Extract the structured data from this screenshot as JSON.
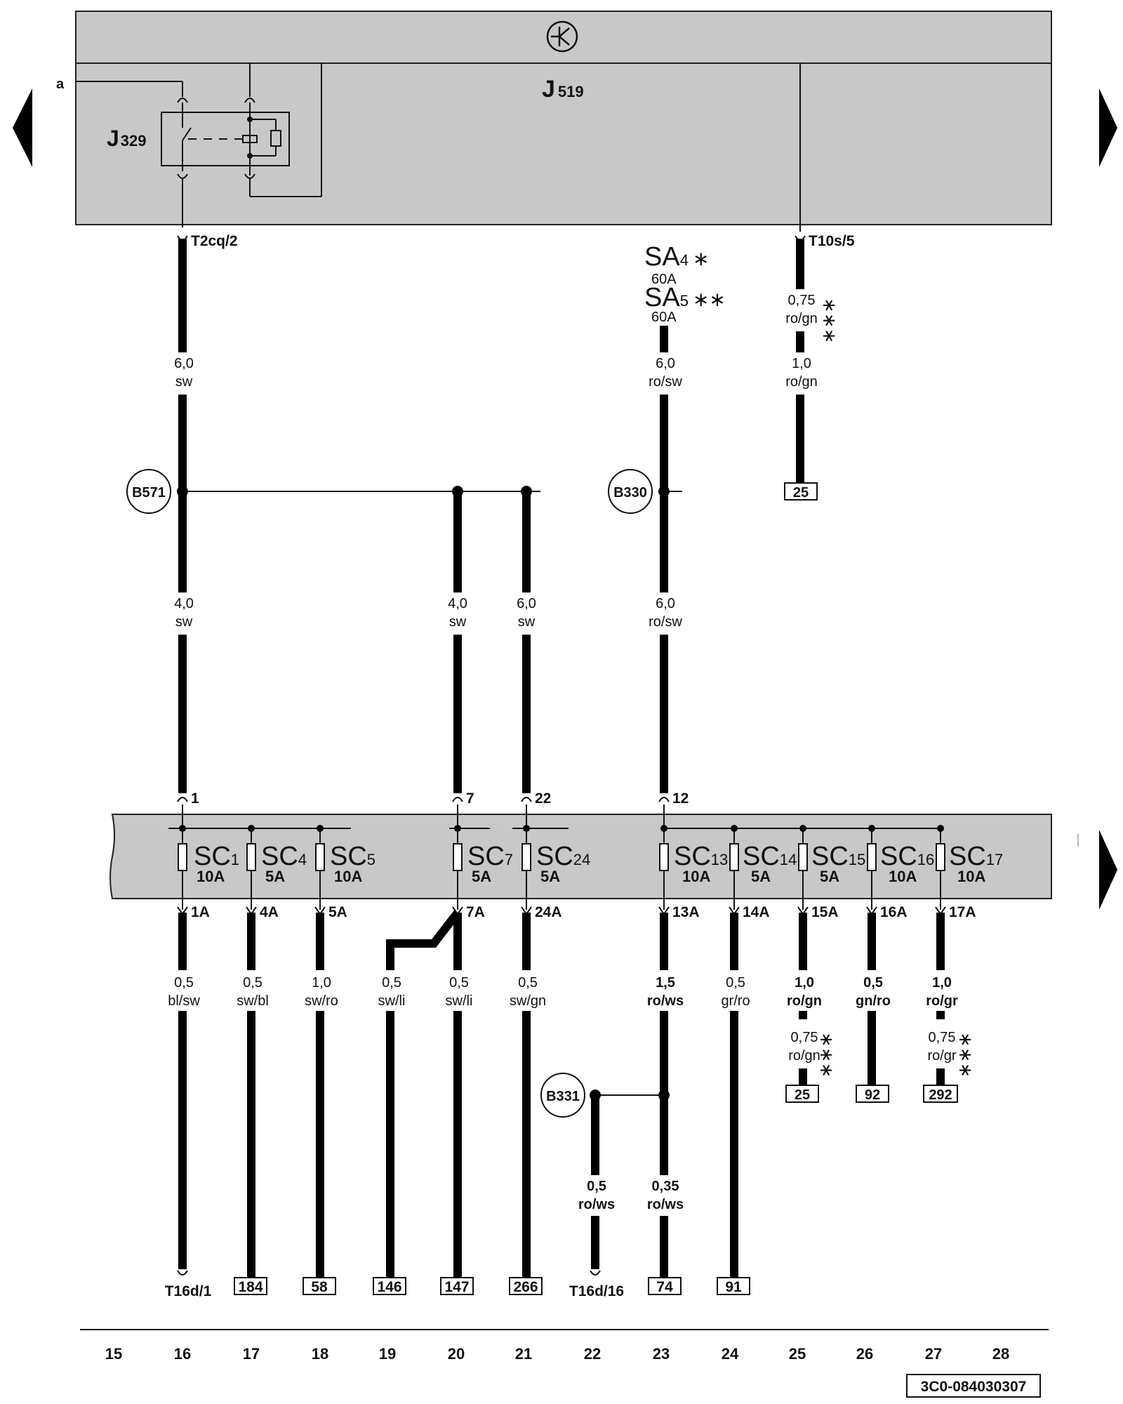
{
  "colors": {
    "panel": "#c8c8c8",
    "wire": "#000000",
    "line": "#222222"
  },
  "top_panel": {
    "symbol_name": "ground-transistor-icon",
    "module": "J",
    "module_sub": "519",
    "relay": "J",
    "relay_sub": "329",
    "input_a": "a"
  },
  "connectors_top": {
    "left": "T2cq/2",
    "right": "T10s/5"
  },
  "fuses_main": [
    {
      "name": "SA",
      "sub": "4",
      "mark": "∗",
      "rating": "60A"
    },
    {
      "name": "SA",
      "sub": "5",
      "mark": "∗∗",
      "rating": "60A"
    }
  ],
  "upper_wires": {
    "w16_a": {
      "size": "6,0",
      "color": "sw"
    },
    "w23_a": {
      "size": "6,0",
      "color": "ro/sw"
    },
    "w25_a": {
      "size": "0,75",
      "color": "ro/gn",
      "stars": "∗∗∗"
    },
    "w25_b": {
      "size": "1,0",
      "color": "ro/gn"
    },
    "w16_b": {
      "size": "4,0",
      "color": "sw"
    },
    "w20_b": {
      "size": "4,0",
      "color": "sw"
    },
    "w21_b": {
      "size": "6,0",
      "color": "sw"
    },
    "w23_b": {
      "size": "6,0",
      "color": "ro/sw"
    }
  },
  "ref_25_top": "25",
  "splices": {
    "b571": "B571",
    "b330": "B330",
    "b331": "B331"
  },
  "fuse_pins_in": [
    "1",
    "7",
    "22",
    "12"
  ],
  "fuse_box": [
    {
      "name": "SC",
      "sub": "1",
      "rating": "10A"
    },
    {
      "name": "SC",
      "sub": "4",
      "rating": "5A"
    },
    {
      "name": "SC",
      "sub": "5",
      "rating": "10A"
    },
    {
      "name": "SC",
      "sub": "7",
      "rating": "5A"
    },
    {
      "name": "SC",
      "sub": "24",
      "rating": "5A"
    },
    {
      "name": "SC",
      "sub": "13",
      "rating": "10A"
    },
    {
      "name": "SC",
      "sub": "14",
      "rating": "5A"
    },
    {
      "name": "SC",
      "sub": "15",
      "rating": "5A"
    },
    {
      "name": "SC",
      "sub": "16",
      "rating": "10A"
    },
    {
      "name": "SC",
      "sub": "17",
      "rating": "10A"
    }
  ],
  "fuse_pins_out": [
    "1A",
    "4A",
    "5A",
    "7A",
    "24A",
    "13A",
    "14A",
    "15A",
    "16A",
    "17A"
  ],
  "lower_wires": [
    {
      "size": "0,5",
      "color": "bl/sw"
    },
    {
      "size": "0,5",
      "color": "sw/bl"
    },
    {
      "size": "1,0",
      "color": "sw/ro"
    },
    {
      "size": "0,5",
      "color": "sw/li"
    },
    {
      "size": "0,5",
      "color": "sw/li"
    },
    {
      "size": "0,5",
      "color": "sw/gn"
    },
    {
      "size": "1,5",
      "color": "ro/ws"
    },
    {
      "size": "0,5",
      "color": "gr/ro"
    },
    {
      "size": "1,0",
      "color": "ro/gn"
    },
    {
      "size": "0,5",
      "color": "gn/ro"
    },
    {
      "size": "1,0",
      "color": "ro/gr"
    }
  ],
  "alt_wires": [
    {
      "size": "0,75",
      "color": "ro/gn",
      "stars": "∗∗∗"
    },
    {
      "size": "0,75",
      "color": "ro/gr",
      "stars": "∗∗∗"
    }
  ],
  "b331_wires": [
    {
      "size": "0,5",
      "color": "ro/ws"
    },
    {
      "size": "0,35",
      "color": "ro/ws"
    }
  ],
  "refs_mid": [
    "25",
    "92",
    "292"
  ],
  "bottom_terminals": [
    "T16d/1",
    "184",
    "58",
    "146",
    "147",
    "266",
    "T16d/16",
    "74",
    "91"
  ],
  "grid_numbers": [
    "15",
    "16",
    "17",
    "18",
    "19",
    "20",
    "21",
    "22",
    "23",
    "24",
    "25",
    "26",
    "27",
    "28"
  ],
  "drawing_id": "3C0-084030307"
}
